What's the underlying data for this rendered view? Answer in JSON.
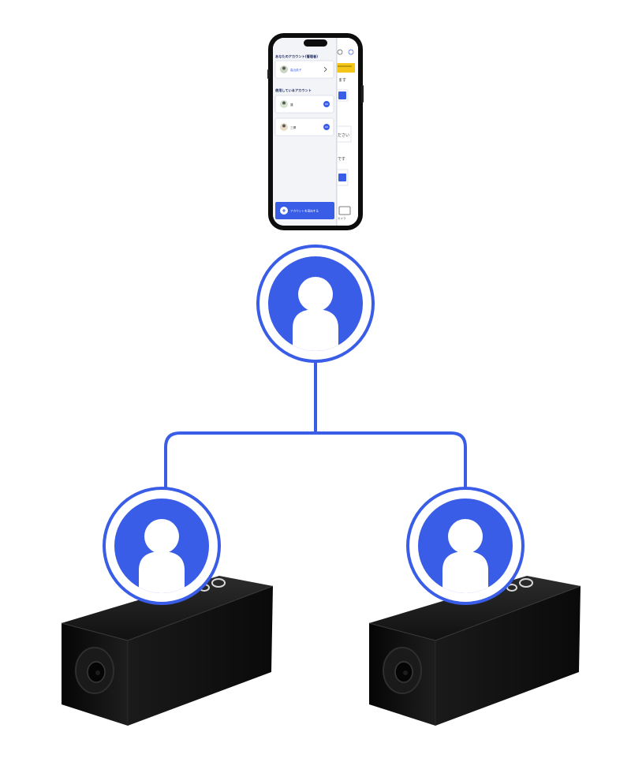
{
  "colors": {
    "accent": "#3a5de7",
    "connector": "#3a5de7",
    "camera_body": "#141414",
    "phone_frame": "#0d0d0d",
    "phone_screen_bg": "#f2f4f8",
    "highlight": "#f5c518"
  },
  "phone": {
    "section_your_account": "あなたのアカウント(管理者)",
    "owner_name": "高近英子",
    "section_used_accounts": "使用しているアカウント",
    "accounts": [
      {
        "name": "蓮"
      },
      {
        "name": "三郷"
      }
    ],
    "add_account_label": "アカウントを追加する",
    "bg_fragments": [
      "ます",
      "ださい",
      "です"
    ],
    "bottom_tab_label": "カメラ"
  },
  "diagram": {
    "parent_icon": "user-avatar-icon",
    "child_icons": [
      "user-avatar-icon",
      "user-avatar-icon"
    ],
    "device_icons": [
      "camera-device",
      "camera-device"
    ]
  }
}
